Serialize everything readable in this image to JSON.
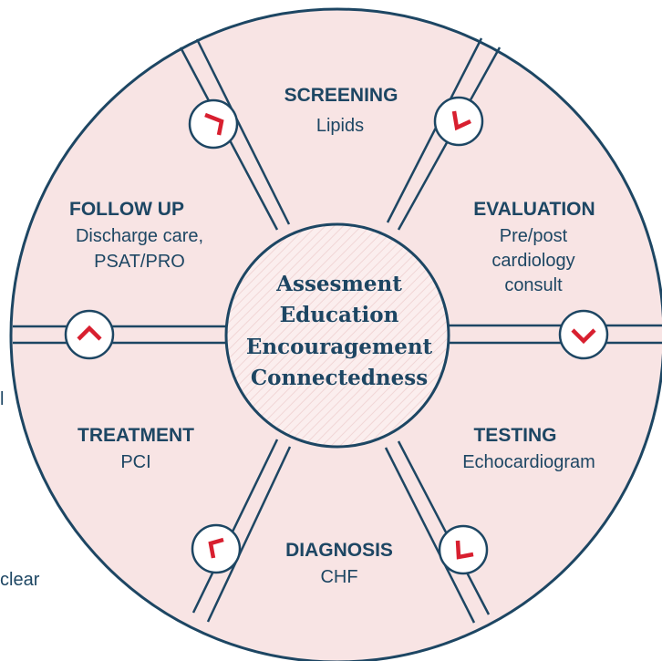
{
  "colors": {
    "navy": "#1d4663",
    "fill": "#f8e4e4",
    "accent": "#d81f2f",
    "white": "#ffffff"
  },
  "center": {
    "lines": [
      "Assesment",
      "Education",
      "Encouragement",
      "Connectedness"
    ]
  },
  "segments": {
    "screening": {
      "title": "SCREENING",
      "lines": [
        "Lipids"
      ]
    },
    "evaluation": {
      "title": "EVALUATION",
      "lines": [
        "Pre/post",
        "cardiology",
        "consult"
      ]
    },
    "testing": {
      "title": "TESTING",
      "lines": [
        "Echocardiogram"
      ]
    },
    "diagnosis": {
      "title": "DIAGNOSIS",
      "lines": [
        "CHF"
      ]
    },
    "treatment": {
      "title": "TREATMENT",
      "lines": [
        "PCI"
      ]
    },
    "follow_up": {
      "title": "FOLLOW UP",
      "lines": [
        "Discharge care,",
        "PSAT/PRO"
      ]
    }
  },
  "edge_fragments": {
    "left_char": "l",
    "clear": "clear"
  },
  "icons": {
    "arrow_top_left": "chevron-icon",
    "arrow_top_right": "chevron-icon",
    "arrow_right": "chevron-down-icon",
    "arrow_bottom_right": "chevron-icon",
    "arrow_bottom_left": "chevron-icon",
    "arrow_left": "chevron-up-icon"
  }
}
